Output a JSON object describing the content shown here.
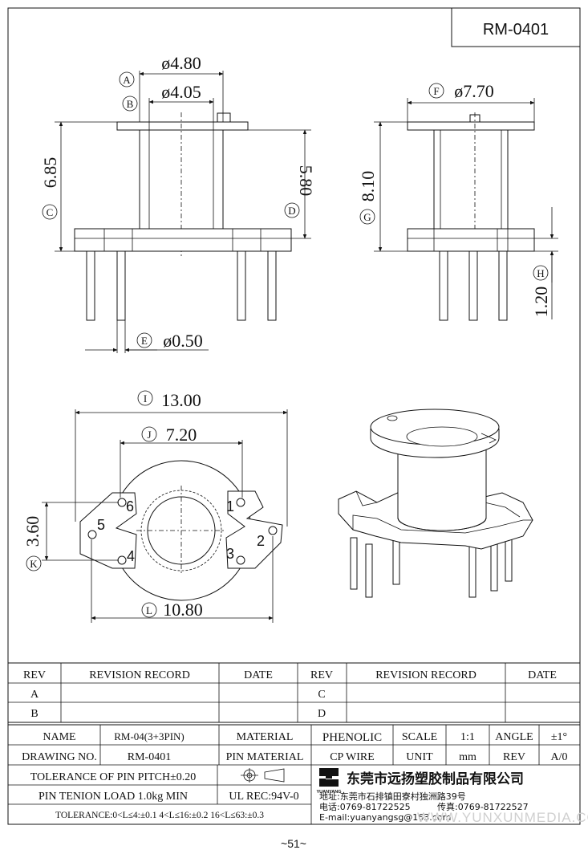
{
  "drawing_id": "RM-0401",
  "page_number": "~51~",
  "watermark": "WWW.YUNXUNMEDIA.COM",
  "dimensions": {
    "A": {
      "letter": "A",
      "value": "ø4.80"
    },
    "B": {
      "letter": "B",
      "value": "ø4.05"
    },
    "C": {
      "letter": "C",
      "value": "6.85"
    },
    "D": {
      "letter": "D",
      "value": "5.80"
    },
    "E": {
      "letter": "E",
      "value": "ø0.50"
    },
    "F": {
      "letter": "F",
      "value": "ø7.70"
    },
    "G": {
      "letter": "G",
      "value": "8.10"
    },
    "H": {
      "letter": "H",
      "value": "1.20"
    },
    "I": {
      "letter": "I",
      "value": "13.00"
    },
    "J": {
      "letter": "J",
      "value": "7.20"
    },
    "K": {
      "letter": "K",
      "value": "3.60"
    },
    "L": {
      "letter": "L",
      "value": "10.80"
    }
  },
  "pins": [
    "1",
    "2",
    "3",
    "4",
    "5",
    "6"
  ],
  "revision_table": {
    "rev_header": "REV",
    "record_header": "REVISION RECORD",
    "date_header": "DATE",
    "rows_left": [
      "A",
      "B"
    ],
    "rows_right": [
      "C",
      "D"
    ]
  },
  "title_block": {
    "name_label": "NAME",
    "name_value": "RM-04(3+3PIN)",
    "material_label": "MATERIAL",
    "material_value": "PHENOLIC",
    "scale_label": "SCALE",
    "scale_value": "1:1",
    "angle_label": "ANGLE",
    "angle_value": "±1°",
    "drawing_no_label": "DRAWING NO.",
    "drawing_no_value": "RM-0401",
    "pin_material_label": "PIN MATERIAL",
    "pin_material_value": "CP WIRE",
    "unit_label": "UNIT",
    "unit_value": "mm",
    "rev_label": "REV",
    "rev_value": "A/0",
    "tolerance_pitch": "TOLERANCE OF PIN PITCH±0.20",
    "pin_tension": "PIN TENION LOAD 1.0kg MIN",
    "ul_rec": "UL REC:94V-0",
    "tolerance_general": "TOLERANCE:0<L≤4:±0.1  4<L≤16:±0.2  16<L≤63:±0.3",
    "company_logo_text": "YUANYANG",
    "company_name": "东莞市远扬塑胶制品有限公司",
    "address": "地址:东莞市石排镇田寮村独洲路39号",
    "phone": "电话:0769-81722525",
    "fax": "传真:0769-81722527",
    "email": "E-mail:yuanyangsg@163.com"
  }
}
